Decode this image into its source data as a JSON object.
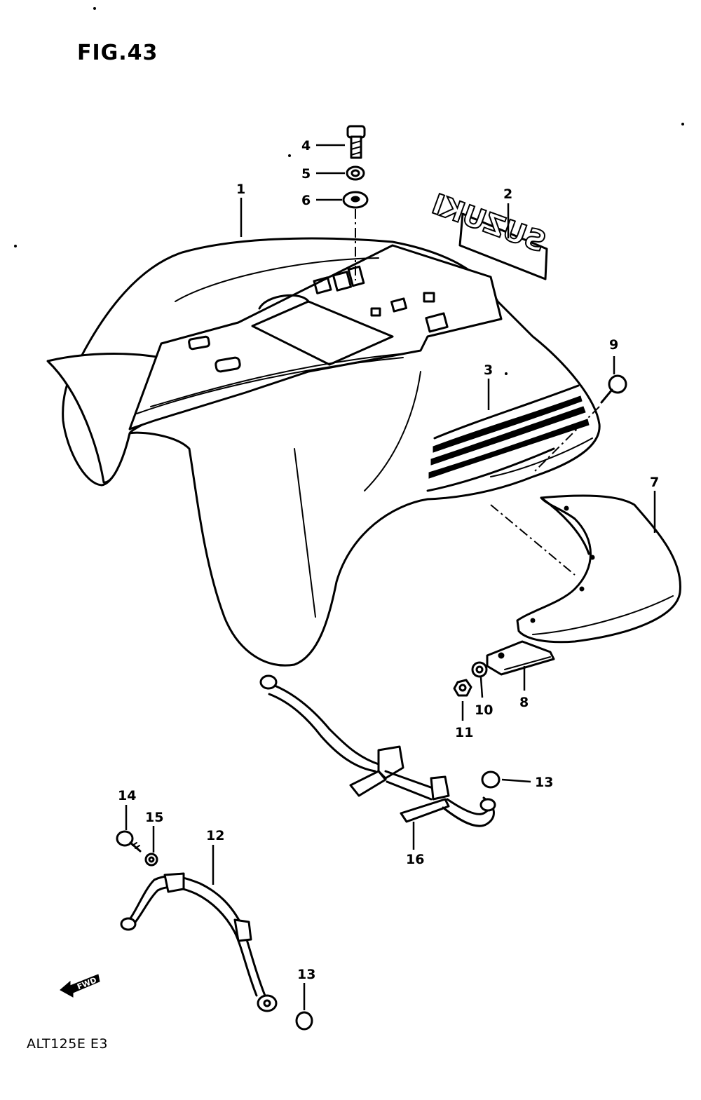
{
  "figure": {
    "title": "FIG.43",
    "model_code": "ALT125E E3",
    "decal_text": "SUZUKI",
    "direction_label": "FWD"
  },
  "callouts": [
    {
      "id": "1",
      "text": "1"
    },
    {
      "id": "2",
      "text": "2"
    },
    {
      "id": "3",
      "text": "3"
    },
    {
      "id": "4",
      "text": "4"
    },
    {
      "id": "5",
      "text": "5"
    },
    {
      "id": "6",
      "text": "6"
    },
    {
      "id": "7",
      "text": "7"
    },
    {
      "id": "8",
      "text": "8"
    },
    {
      "id": "9",
      "text": "9"
    },
    {
      "id": "10",
      "text": "10"
    },
    {
      "id": "11",
      "text": "11"
    },
    {
      "id": "12",
      "text": "12"
    },
    {
      "id": "13a",
      "text": "13"
    },
    {
      "id": "13b",
      "text": "13"
    },
    {
      "id": "14",
      "text": "14"
    },
    {
      "id": "15",
      "text": "15"
    },
    {
      "id": "16",
      "text": "16"
    }
  ]
}
